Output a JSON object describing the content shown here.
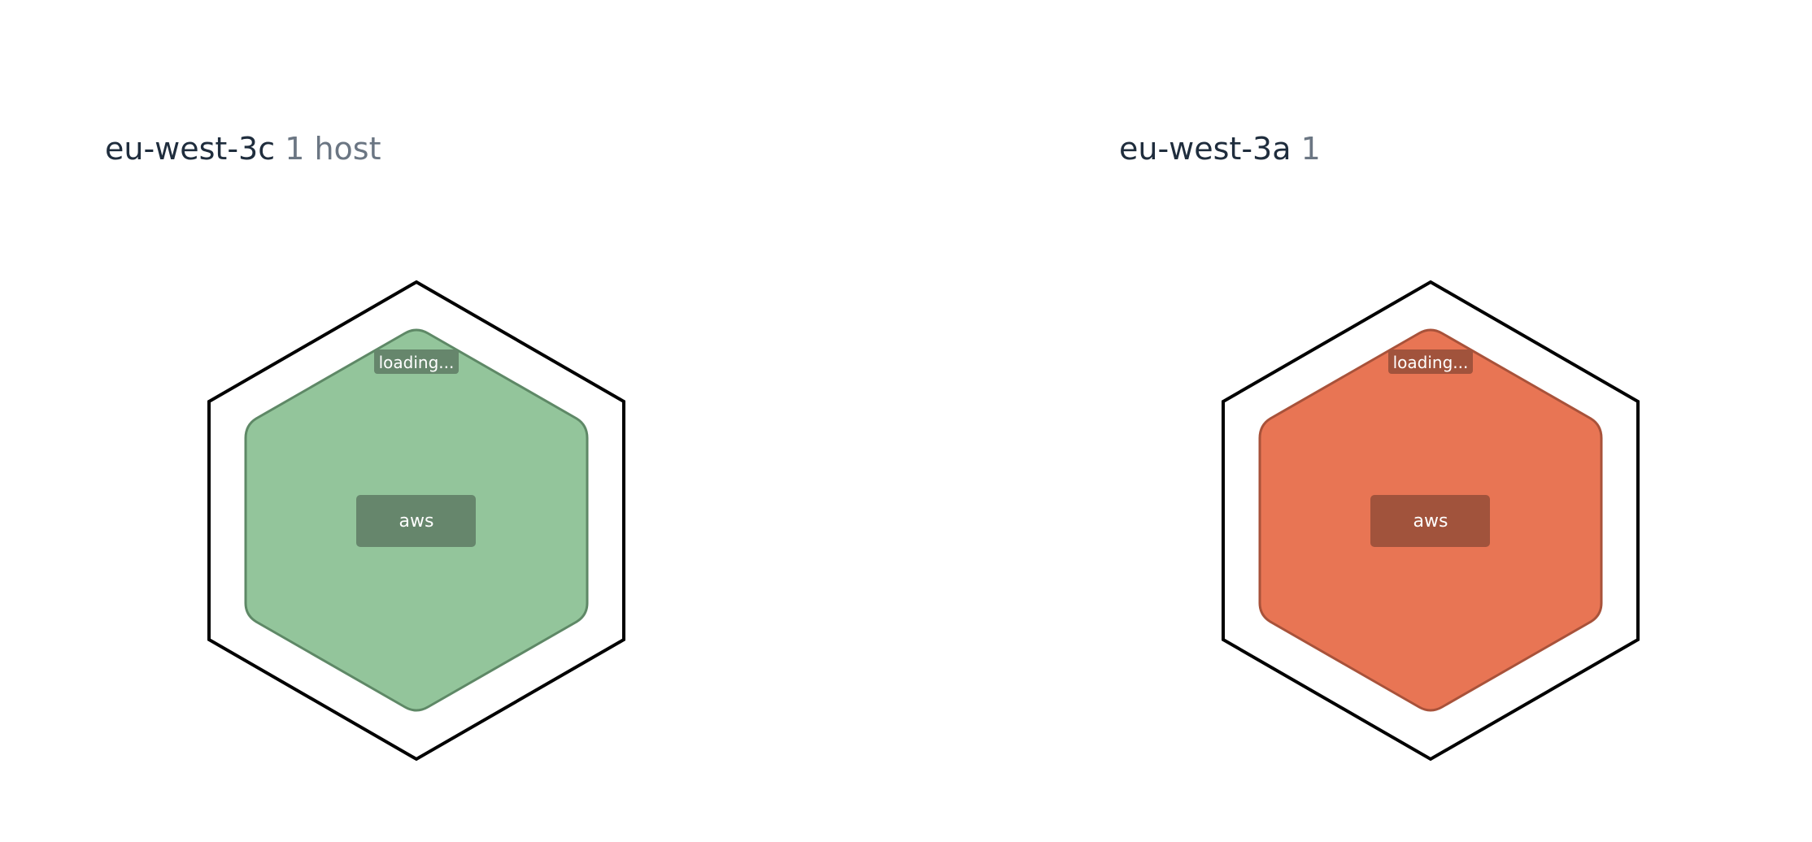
{
  "groups": [
    {
      "zone": "eu-west-3c",
      "host_count": "1 host",
      "host": {
        "status_label": "loading...",
        "provider_label": "aws",
        "fill_color": "#93c59b",
        "stroke_color": "#5e8866",
        "badge_color": "#66866c"
      }
    },
    {
      "zone": "eu-west-3a",
      "host_count": "1",
      "host": {
        "status_label": "loading...",
        "provider_label": "aws",
        "fill_color": "#e87554",
        "stroke_color": "#a8523a",
        "badge_color": "#a1533c"
      }
    }
  ]
}
